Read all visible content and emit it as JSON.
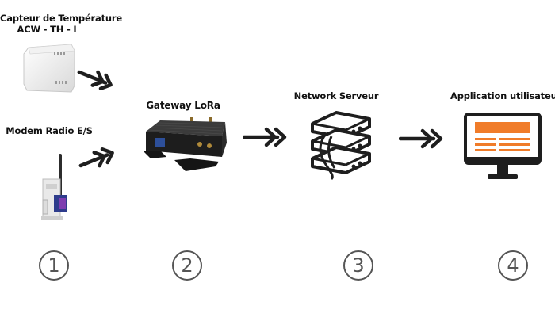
{
  "devices": {
    "sensor": {
      "line1": "Capteur de Température",
      "line2": "ACW - TH - I"
    },
    "modem": {
      "label": "Modem Radio E/S"
    },
    "gateway": {
      "label": "Gateway LoRa"
    },
    "network_server": {
      "label": "Network Serveur"
    },
    "application": {
      "label": "Application utilisateur"
    }
  },
  "steps": [
    "1",
    "2",
    "3",
    "4"
  ],
  "colors": {
    "accent": "#f07c2a",
    "dark": "#1e1e1e",
    "circle": "#555555"
  },
  "icons": [
    "temperature-sensor-icon",
    "radio-modem-icon",
    "lora-gateway-icon",
    "server-rack-icon",
    "monitor-app-icon",
    "double-chevron-arrow-icon"
  ]
}
